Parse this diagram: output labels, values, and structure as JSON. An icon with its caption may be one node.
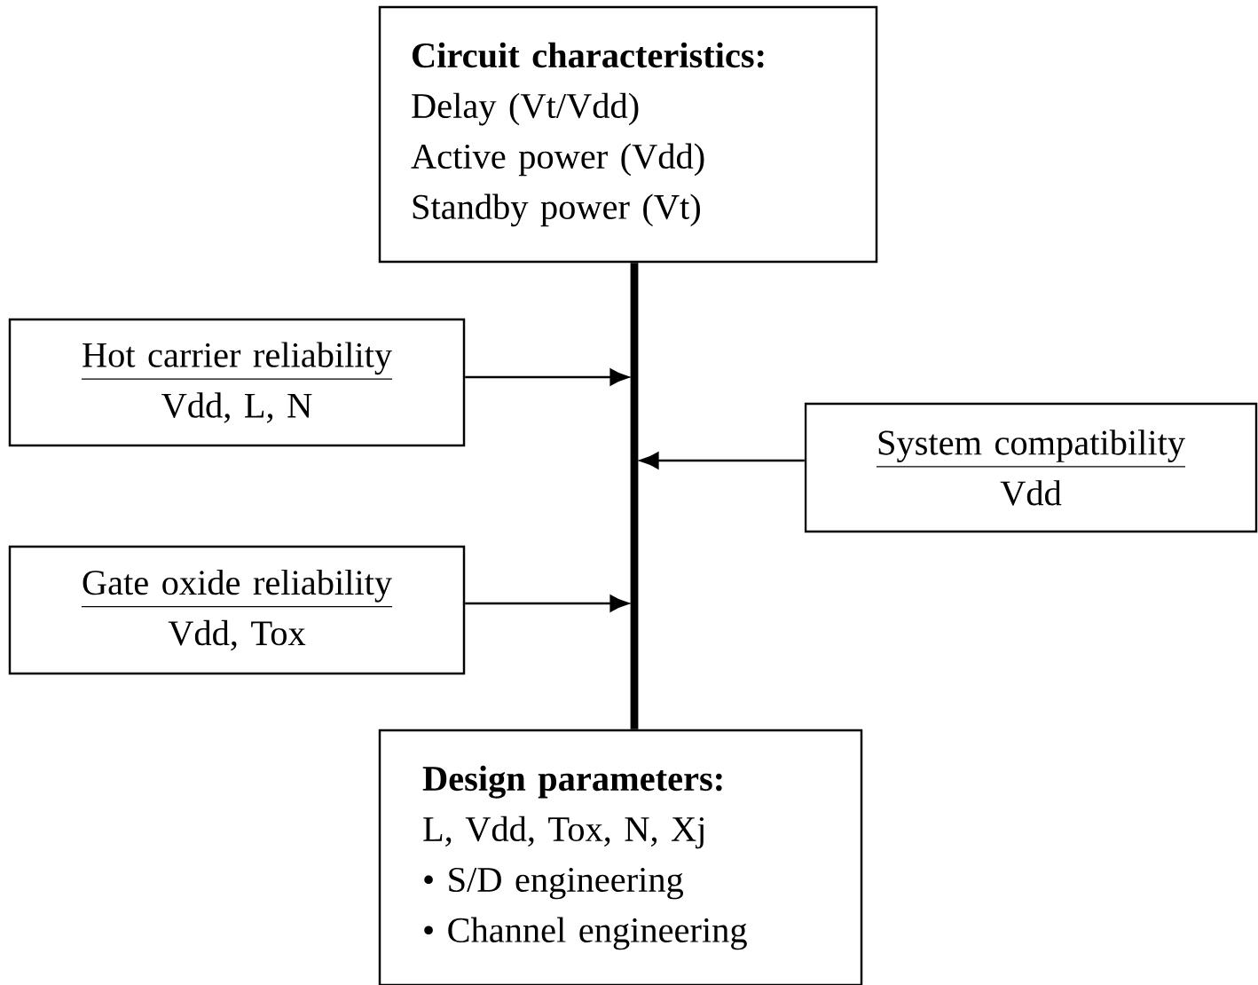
{
  "diagram": {
    "nodes": [
      {
        "text": [
          "Circuit characteristics:",
          "Delay (Vt/Vdd)",
          "Active power (Vdd)",
          "Standby power (Vt)"
        ]
      },
      {
        "text": [
          "Hot carrier reliability",
          "Vdd, L, N"
        ]
      },
      {
        "text": [
          "System compatibility",
          "Vdd"
        ]
      },
      {
        "text": [
          "Gate oxide reliability",
          "Vdd, Tox"
        ]
      },
      {
        "text": [
          "Design parameters:",
          "L, Vdd, Tox, N, Xj",
          "• S/D engineering",
          "• Channel engineering"
        ]
      }
    ],
    "edges": [
      {
        "from": 0,
        "to": 4,
        "arrow": "none",
        "style": "thick"
      },
      {
        "from": 1,
        "to": null,
        "arrow": "to"
      },
      {
        "from": 2,
        "to": null,
        "arrow": "to"
      },
      {
        "from": 3,
        "to": null,
        "arrow": "to"
      }
    ]
  }
}
